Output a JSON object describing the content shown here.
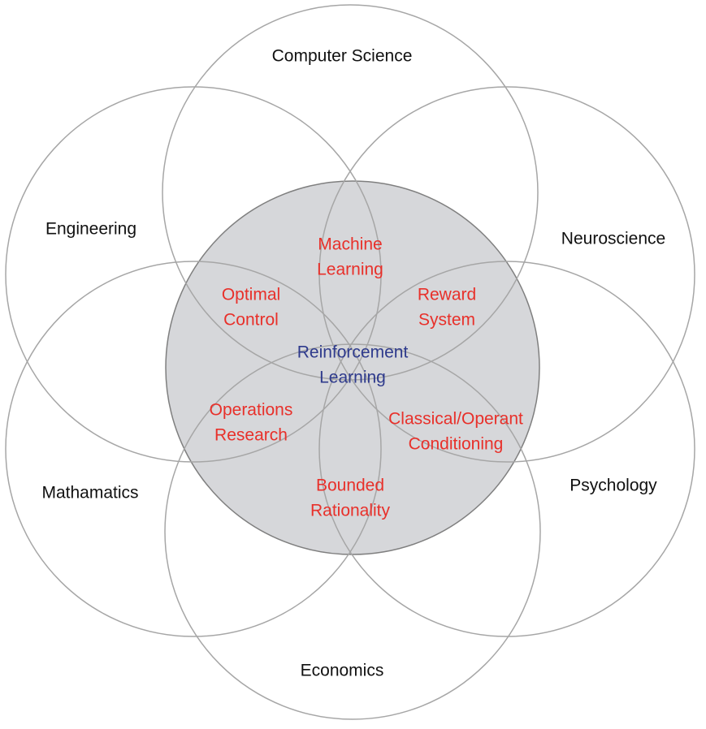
{
  "disciplines": {
    "computer_science": "Computer Science",
    "engineering": "Engineering",
    "neuroscience": "Neuroscience",
    "mathematics": "Mathamatics",
    "psychology": "Psychology",
    "economics": "Economics"
  },
  "overlaps": {
    "machine_learning": [
      "Machine",
      "Learning"
    ],
    "optimal_control": [
      "Optimal",
      "Control"
    ],
    "reward_system": [
      "Reward",
      "System"
    ],
    "operations_research": [
      "Operations",
      "Research"
    ],
    "conditioning": [
      "Classical/Operant",
      "Conditioning"
    ],
    "bounded_rationality": [
      "Bounded",
      "Rationality"
    ]
  },
  "center": [
    "Reinforcement",
    "Learning"
  ],
  "colors": {
    "discipline_text": "#111111",
    "overlap_text": "#e8302a",
    "center_text": "#2e3a8c",
    "center_fill": "#d6d7da",
    "ring_stroke": "#a6a6a6"
  }
}
